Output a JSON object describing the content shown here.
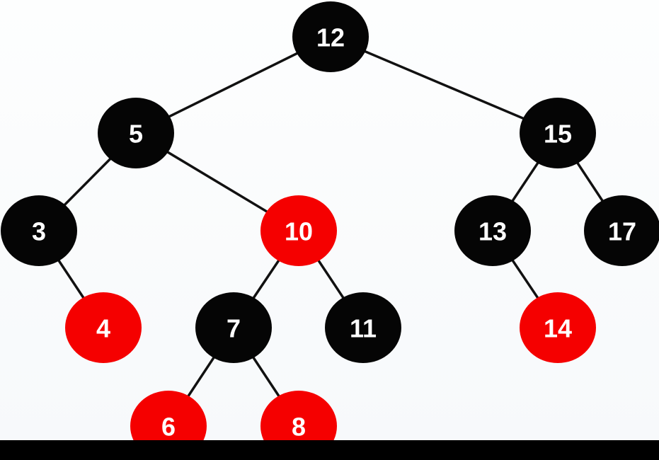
{
  "colors": {
    "black_node": "#050505",
    "red_node": "#f50000",
    "edge": "#111111",
    "label": "#ffffff"
  },
  "tree": {
    "nodes": [
      {
        "id": "n12",
        "label": "12",
        "color": "black"
      },
      {
        "id": "n5",
        "label": "5",
        "color": "black"
      },
      {
        "id": "n15",
        "label": "15",
        "color": "black"
      },
      {
        "id": "n3",
        "label": "3",
        "color": "black"
      },
      {
        "id": "n10",
        "label": "10",
        "color": "red"
      },
      {
        "id": "n13",
        "label": "13",
        "color": "black"
      },
      {
        "id": "n17",
        "label": "17",
        "color": "black"
      },
      {
        "id": "n4",
        "label": "4",
        "color": "red"
      },
      {
        "id": "n7",
        "label": "7",
        "color": "black"
      },
      {
        "id": "n11",
        "label": "11",
        "color": "black"
      },
      {
        "id": "n14",
        "label": "14",
        "color": "red"
      },
      {
        "id": "n6",
        "label": "6",
        "color": "red"
      },
      {
        "id": "n8",
        "label": "8",
        "color": "red"
      }
    ],
    "edges": [
      {
        "from": "n12",
        "to": "n5"
      },
      {
        "from": "n12",
        "to": "n15"
      },
      {
        "from": "n5",
        "to": "n3"
      },
      {
        "from": "n5",
        "to": "n10"
      },
      {
        "from": "n3",
        "to": "n4"
      },
      {
        "from": "n10",
        "to": "n7"
      },
      {
        "from": "n10",
        "to": "n11"
      },
      {
        "from": "n7",
        "to": "n6"
      },
      {
        "from": "n7",
        "to": "n8"
      },
      {
        "from": "n15",
        "to": "n13"
      },
      {
        "from": "n15",
        "to": "n17"
      },
      {
        "from": "n13",
        "to": "n14"
      }
    ]
  }
}
